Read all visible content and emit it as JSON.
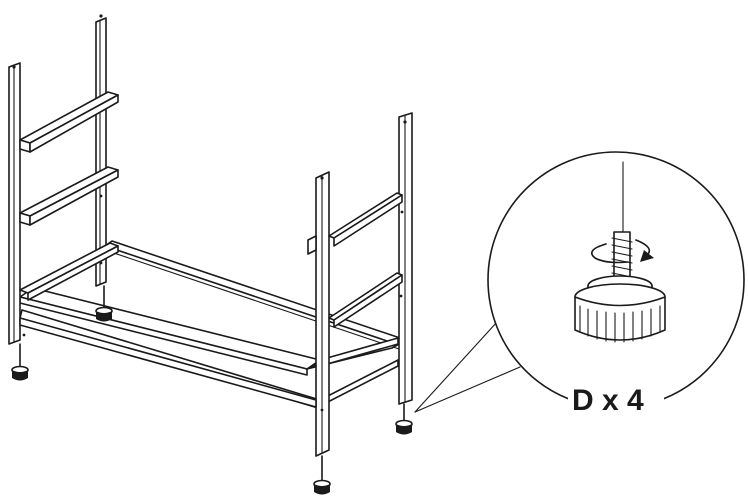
{
  "diagram": {
    "callout_label": "D x 4",
    "part_name": "leveling-foot",
    "frame_name": "metal-shelf-frame",
    "rotation_icon": "rotate-clockwise-arrow-icon"
  }
}
